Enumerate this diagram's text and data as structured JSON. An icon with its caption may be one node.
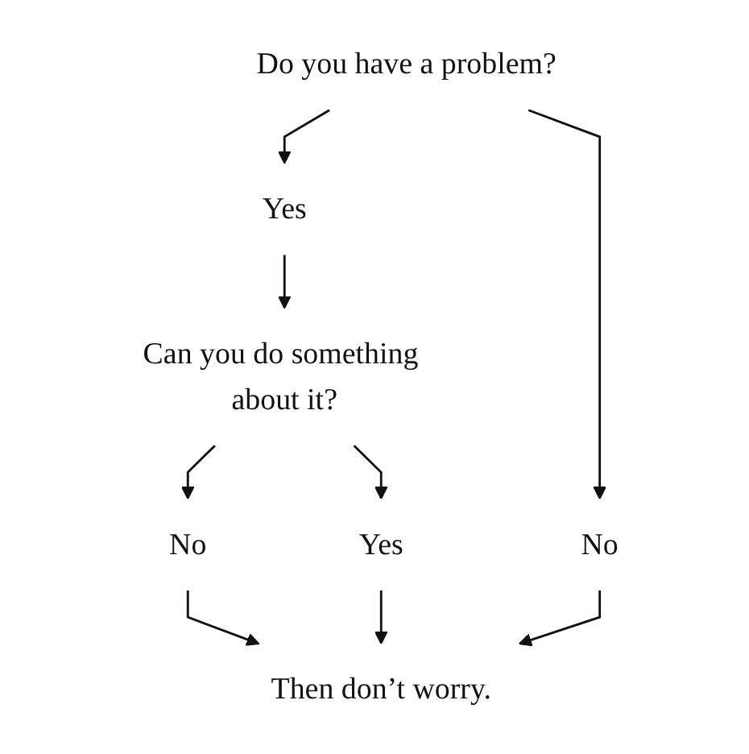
{
  "diagram": {
    "nodes": [
      {
        "text": [
          "Do you have a problem?"
        ]
      },
      {
        "text": [
          "Yes"
        ]
      },
      {
        "text": [
          "No"
        ]
      },
      {
        "text": [
          "Can you do something about it?"
        ]
      },
      {
        "text": [
          "No"
        ]
      },
      {
        "text": [
          "Yes"
        ]
      },
      {
        "text": [
          "Then don’t worry."
        ]
      }
    ],
    "edges": [
      {
        "from": 0,
        "to": 1,
        "arrow": "to"
      },
      {
        "from": 0,
        "to": 2,
        "arrow": "to"
      },
      {
        "from": 1,
        "to": 3,
        "arrow": "to"
      },
      {
        "from": 3,
        "to": 4,
        "arrow": "to"
      },
      {
        "from": 3,
        "to": 5,
        "arrow": "to"
      },
      {
        "from": 4,
        "to": 6,
        "arrow": "to"
      },
      {
        "from": 2,
        "to": 6,
        "arrow": "to"
      },
      {
        "from": 5,
        "to": 6,
        "arrow": "to"
      }
    ]
  }
}
